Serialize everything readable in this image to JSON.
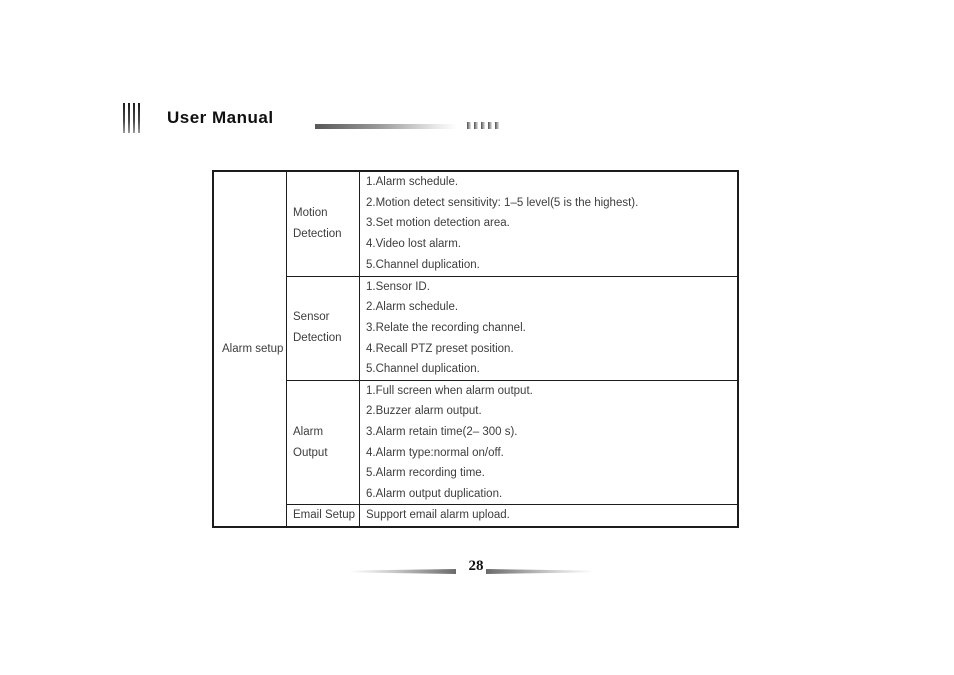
{
  "header": {
    "title": "User Manual",
    "ticks_count": 5
  },
  "table": {
    "group_label": "Alarm setup",
    "rows": [
      {
        "label_lines": [
          "Motion",
          "Detection"
        ],
        "items": [
          "1.Alarm schedule.",
          "2.Motion detect sensitivity: 1–5 level(5 is the highest).",
          "3.Set motion detection area.",
          "4.Video lost alarm.",
          "5.Channel duplication."
        ]
      },
      {
        "label_lines": [
          "Sensor",
          "Detection"
        ],
        "items": [
          "1.Sensor ID.",
          "2.Alarm schedule.",
          "3.Relate the recording channel.",
          "4.Recall PTZ preset position.",
          "5.Channel duplication."
        ]
      },
      {
        "label_lines": [
          "Alarm",
          "Output"
        ],
        "items": [
          "1.Full screen when alarm output.",
          "2.Buzzer alarm output.",
          "3.Alarm retain time(2– 300 s).",
          "4.Alarm type:normal on/off.",
          "5.Alarm recording time.",
          "6.Alarm output duplication."
        ]
      },
      {
        "label_lines": [
          "Email Setup"
        ],
        "items": [
          "Support email alarm upload."
        ]
      }
    ]
  },
  "footer": {
    "page_number": "28"
  },
  "colors": {
    "body_text": "#3d3d3d",
    "title_text": "#101010",
    "table_border": "#1c1c1c",
    "rule_dark": "#585858"
  }
}
